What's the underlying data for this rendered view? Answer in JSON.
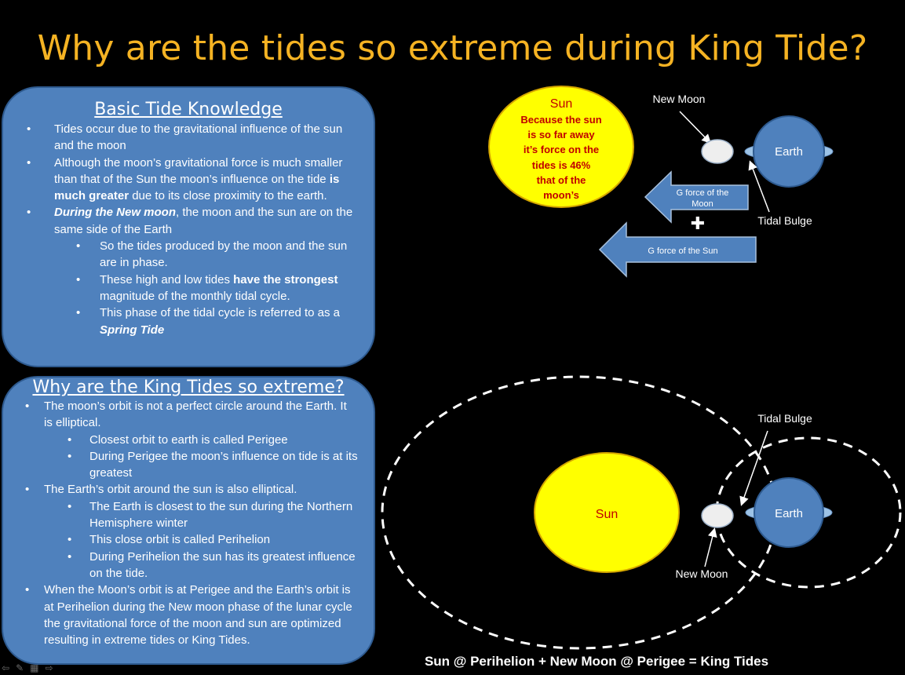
{
  "slide": {
    "title": "Why are the tides so extreme during King Tide?"
  },
  "panel1": {
    "heading": "Basic Tide Knowledge",
    "b1": "Tides occur due to the gravitational influence of the sun and the moon",
    "b2_pre": "Although the moon’s gravitational force is much smaller than that of the Sun the moon’s influence on the tide ",
    "b2_bold": "is much greater",
    "b2_post": " due to its close proximity to the earth.",
    "b3_italic": "During the New moon",
    "b3_post": ", the moon and the sun are on the same side of the Earth",
    "s1": "So the tides produced by the moon and the sun are in phase.",
    "s2_pre": "These high and low tides ",
    "s2_bold": "have the strongest",
    "s2_post": " magnitude of the monthly tidal cycle.",
    "s3_pre": "This phase of the tidal cycle is referred to as a ",
    "s3_italic": "Spring Tide"
  },
  "panel2": {
    "heading": "Why are the King Tides so extreme?",
    "b1": "The moon’s orbit is not a perfect circle around the Earth. It is elliptical.",
    "b1s1": "Closest orbit to earth is called Perigee",
    "b1s2": "During Perigee the moon’s influence on tide is at its greatest",
    "b2": "The Earth’s orbit around the sun is also elliptical.",
    "b2s1": "The Earth is closest to the sun during the Northern Hemisphere winter",
    "b2s2": "This close orbit is called Perihelion",
    "b2s3": "During Perihelion the sun has its greatest influence on the tide.",
    "b3": "When the Moon’s orbit is at Perigee and the Earth’s orbit is at Perihelion during the New moon phase of the lunar cycle the gravitational force of the moon and sun are optimized resulting in extreme tides or King Tides."
  },
  "diagram1": {
    "sun_title": "Sun",
    "sun_lines": [
      "Because the sun",
      "is so far away",
      "it’s force on the",
      "tides is 46%",
      "that of the",
      "moon’s"
    ],
    "new_moon": "New Moon",
    "earth": "Earth",
    "tidal_bulge": "Tidal Bulge",
    "g_moon_line1": "G force of the",
    "g_moon_line2": "Moon",
    "plus": "✚",
    "g_sun": "G force of the Sun"
  },
  "diagram2": {
    "sun": "Sun",
    "earth": "Earth",
    "tidal_bulge": "Tidal Bulge",
    "new_moon": "New Moon",
    "caption": "Sun @ Perihelion + New Moon @ Perigee = King Tides"
  },
  "colors": {
    "title": "#f5b323",
    "panel": "#4f81bd",
    "sun": "#ffff00",
    "sun_text": "#c00000",
    "earth": "#4f81bd"
  }
}
